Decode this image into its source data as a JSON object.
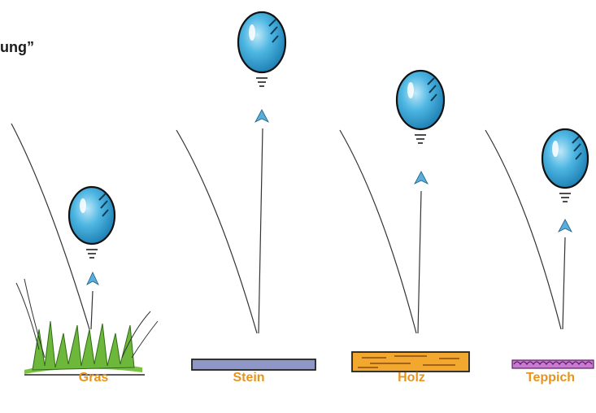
{
  "heading_fragment": "ung”",
  "label_color": "#e8941a",
  "surfaces": [
    {
      "label": "Gras",
      "color": "#7cc242"
    },
    {
      "label": "Stein",
      "color": "#8f96c8"
    },
    {
      "label": "Holz",
      "color": "#f2a72e"
    },
    {
      "label": "Teppich",
      "color": "#a04aa8"
    }
  ],
  "ball_color": "#4fb7e3",
  "arrow_color": "#5aaedc"
}
